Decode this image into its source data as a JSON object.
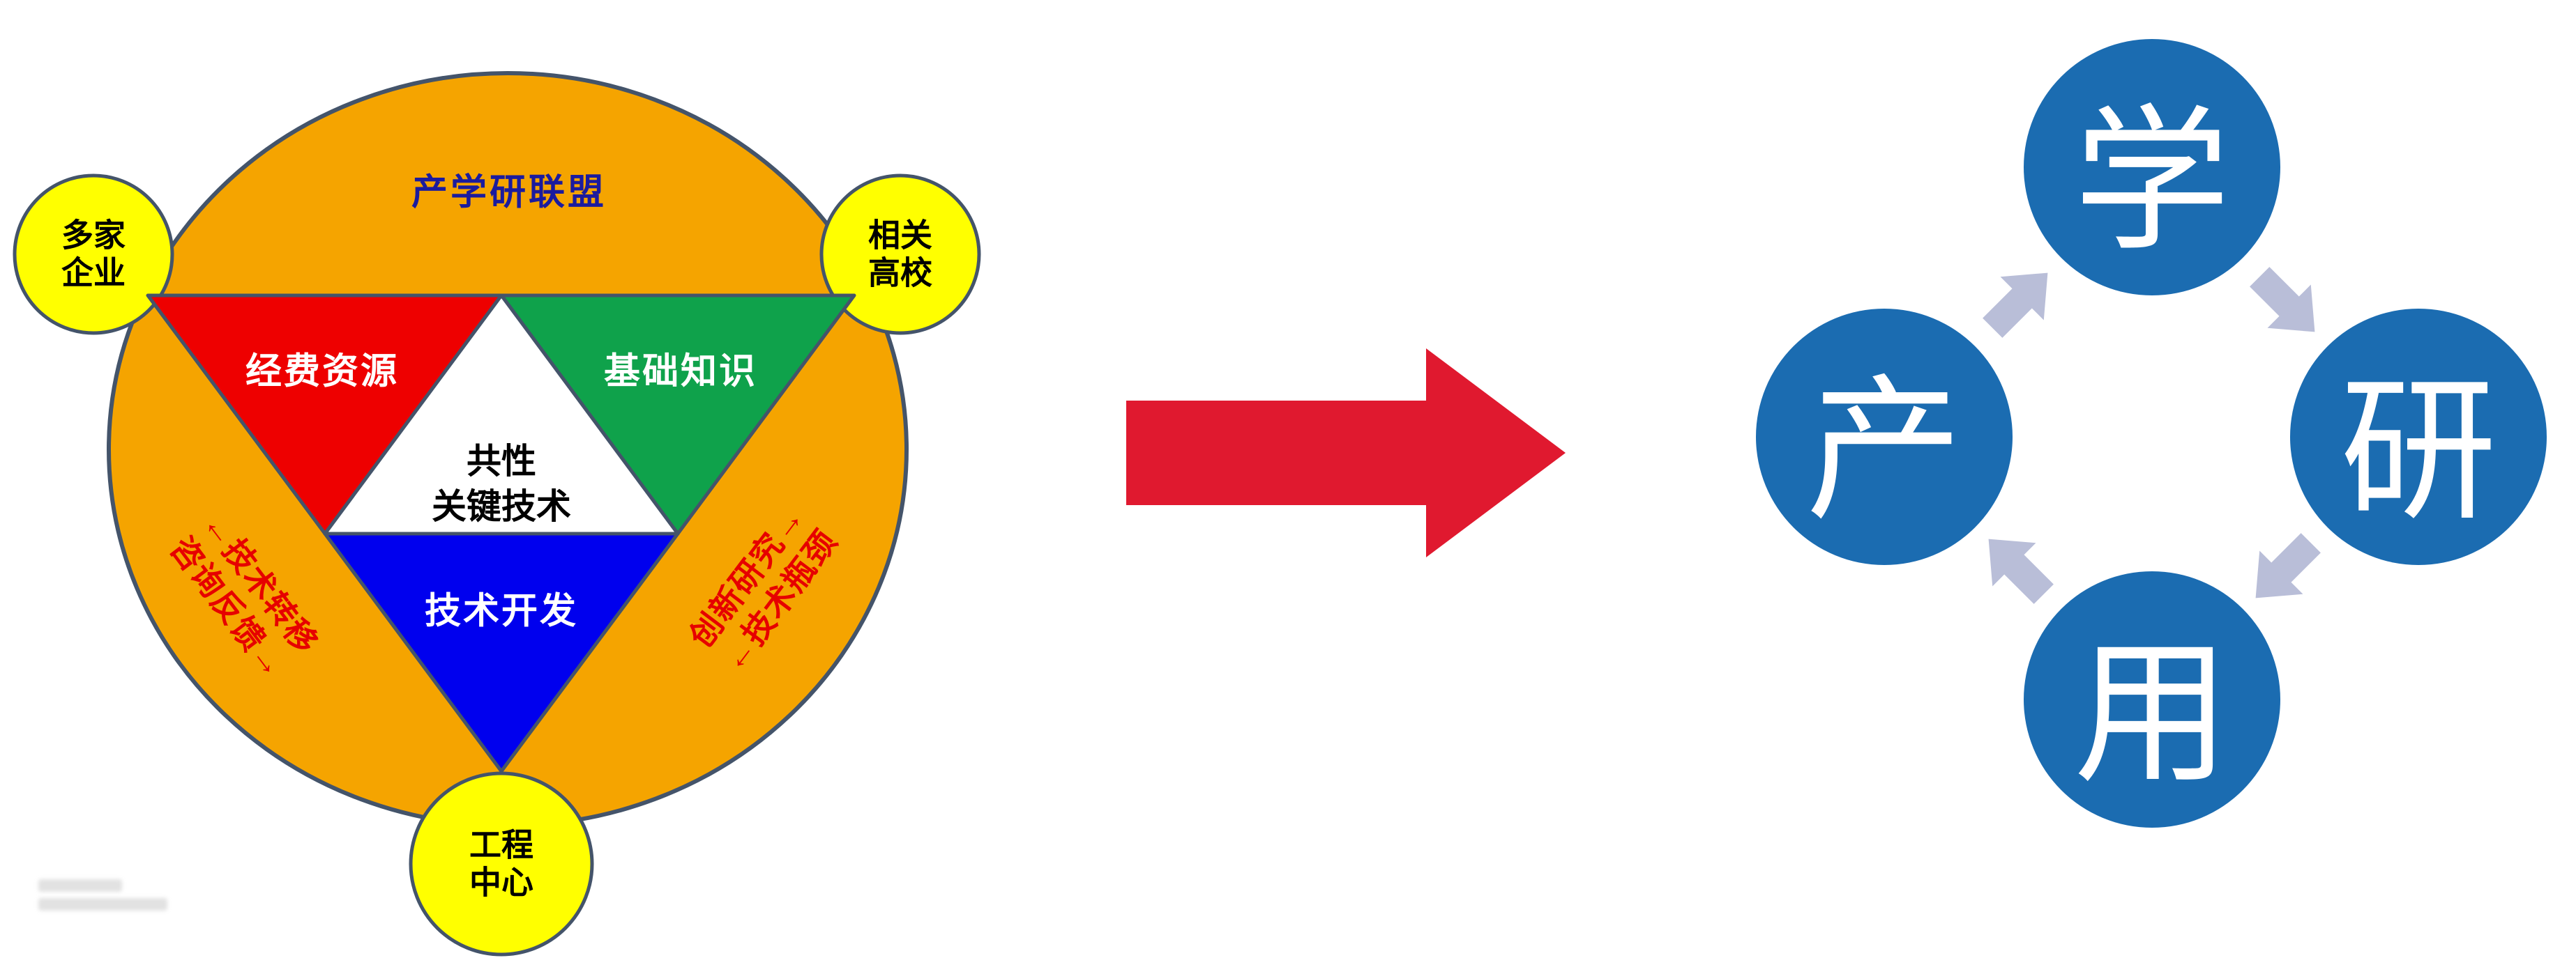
{
  "left_diagram": {
    "title": "产学研联盟",
    "satellites": {
      "left": {
        "lines": [
          "多家",
          "企业"
        ]
      },
      "right": {
        "lines": [
          "相关",
          "高校"
        ]
      },
      "bottom": {
        "lines": [
          "工程",
          "中心"
        ]
      }
    },
    "triangles": {
      "funding": "经费资源",
      "knowledge": "基础知识",
      "core_lines": [
        "共性",
        "关键技术"
      ],
      "development": "技术开发"
    },
    "flows": {
      "left_lines": [
        "←技术转移",
        "咨询反馈→"
      ],
      "right_lines": [
        "创新研究→",
        "←技术瓶颈"
      ]
    }
  },
  "cycle_diagram": {
    "nodes": {
      "top": "学",
      "left": "产",
      "right": "研",
      "bottom": "用"
    }
  },
  "colors": {
    "alliance_orange": "#F5A400",
    "satellite_yellow": "#FFFF00",
    "funding_red": "#EE0000",
    "knowledge_green": "#0FA24B",
    "development_blue": "#0000EE",
    "core_white": "#FFFFFF",
    "outline": "#44546A",
    "title_blue": "#1B1B9E",
    "flow_red": "#E60000",
    "transition_arrow_red": "#E0192F",
    "node_blue": "#1B6CB1",
    "cycle_arrow_gray": "#B9BED8"
  }
}
